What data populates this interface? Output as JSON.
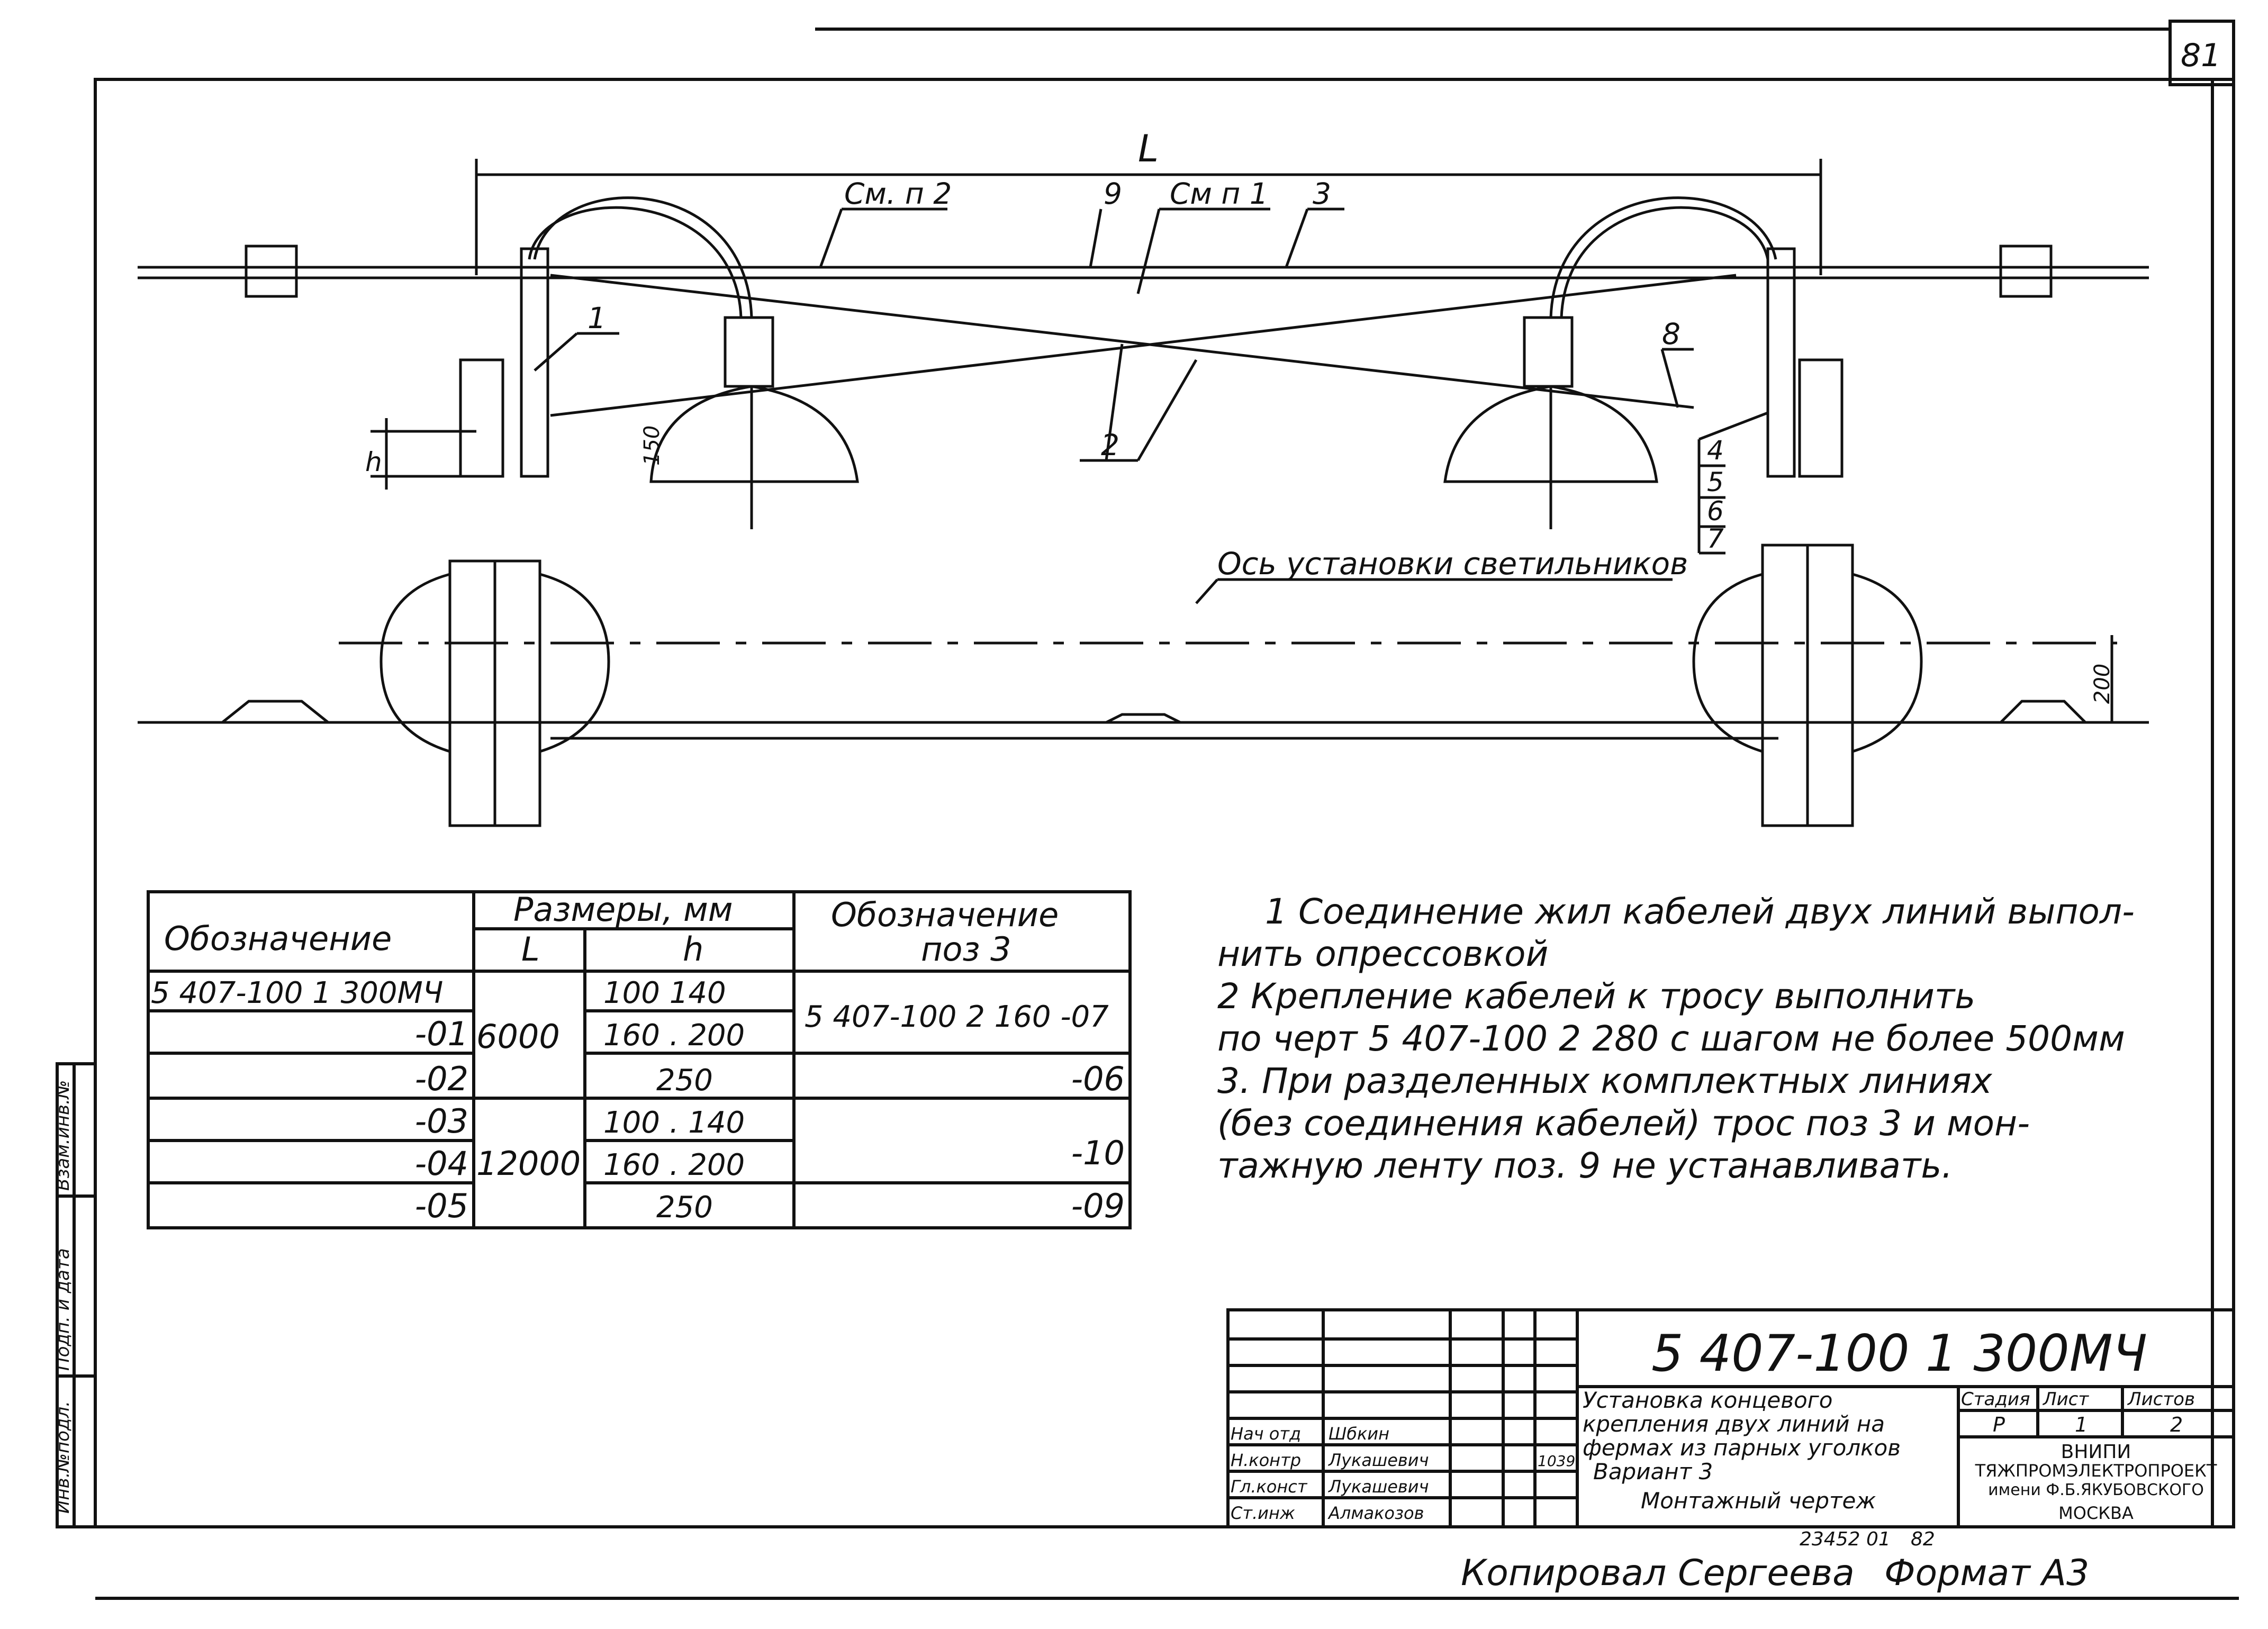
{
  "sheet_number": "81",
  "drawing": {
    "dim_L": "L",
    "dim_h": "h",
    "dim_150": "150",
    "dim_200": "200",
    "callouts": {
      "see_note_2": "См. п 2",
      "see_note_1": "См п 1",
      "pos_1": "1",
      "pos_2": "2",
      "pos_3": "3",
      "pos_4": "4",
      "pos_5": "5",
      "pos_6": "6",
      "pos_7": "7",
      "pos_8": "8",
      "pos_9": "9"
    },
    "axis_label": "Ось установки светильников"
  },
  "table": {
    "col_designation": "Обозначение",
    "col_sizes": "Размеры, мм",
    "col_L": "L",
    "col_h": "h",
    "col_designation_pos3_line1": "Обозначение",
    "col_designation_pos3_line2": "поз 3",
    "rows": [
      {
        "designation": "5 407-100 1 300МЧ",
        "h": "100   140"
      },
      {
        "designation": "-01",
        "h": "160 . 200"
      },
      {
        "designation": "-02",
        "h": "250"
      },
      {
        "designation": "-03",
        "h": "100 . 140"
      },
      {
        "designation": "-04",
        "h": "160 . 200"
      },
      {
        "designation": "-05",
        "h": "250"
      }
    ],
    "L_values": [
      "6000",
      "12000"
    ],
    "pos3_values": [
      "5 407-100 2 160 -07",
      "-06",
      "-10",
      "-09"
    ]
  },
  "notes": [
    "1 Соединение   жил   кабелей  двух  линий  выпол-",
    "нить  опрессовкой",
    "   2  Крепление   кабелей  к   тросу  выполнить",
    "по  черт  5 407-100 2 280    с  шагом  не  более  500мм",
    "   3. При  разделенных  комплектных   линиях",
    "(без  соединения  кабелей)  трос  поз  3  и  мон-",
    "тажную   ленту  поз. 9  не   устанавливать."
  ],
  "title_block": {
    "doc_code": "5 407-100 1 300МЧ",
    "title_lines": [
      "Установка концевого",
      "крепления двух линий на",
      "фермах из парных уголков",
      "Вариант 3",
      "Монтажный чертеж"
    ],
    "stage_label": "Стадия",
    "sheet_label": "Лист",
    "sheets_label": "Листов",
    "stage_value": "Р",
    "sheet_value": "1",
    "sheets_value": "2",
    "org_lines": [
      "ВНИПИ",
      "ТЯЖПРОМЭЛЕКТРОПРОЕКТ",
      "имени Ф.Б.ЯКУБОВСКОГО",
      "МОСКВА"
    ],
    "signatures": [
      {
        "role": "Нач отд",
        "name": "Шбкин"
      },
      {
        "role": "Н.контр",
        "name": "Лукашевич"
      },
      {
        "role": "Гл.конст",
        "name": "Лукашевич"
      },
      {
        "role": "Ст.инж",
        "name": "Алмакозов"
      }
    ],
    "date_value": "1039",
    "inventory_number": "23452 01",
    "page_ref": "82",
    "side_labels": [
      "Инв.№подл.",
      "Подп. и дата",
      "Взам.инв.№"
    ]
  },
  "footer": {
    "copied_by": "Копировал  Сергеева",
    "format": "Формат А3"
  }
}
